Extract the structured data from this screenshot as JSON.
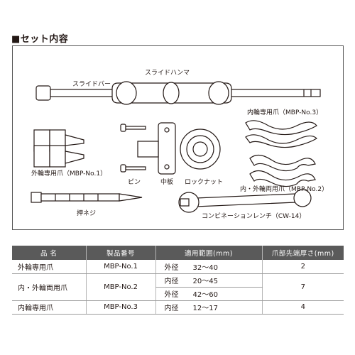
{
  "heading": "■セット内容",
  "labels": {
    "slide_bar": "スライドバー",
    "slide_hammer": "スライドハンマ",
    "inner_claw": "内輪専用爪（MBP-No.3）",
    "outer_claw": "外輪専用爪（MBP-No.1）",
    "pin": "ピン",
    "middle_plate": "中板",
    "lock_nut": "ロックナット",
    "dual_claw": "内・外輪両用爪（MBP-No.2）",
    "push_screw": "押ネジ",
    "combination_wrench": "コンビネーションレンチ（CW-14）"
  },
  "table": {
    "headers": [
      "品 名",
      "製品番号",
      "適用範囲(mm)",
      "爪部先端厚さ(mm)"
    ],
    "rows": [
      {
        "name": "外輪専用爪",
        "code": "MBP-No.1",
        "ranges": [
          {
            "kind": "外径",
            "value": "32～40"
          }
        ],
        "thickness": "2"
      },
      {
        "name": "内・外輪両用爪",
        "code": "MBP-No.2",
        "ranges": [
          {
            "kind": "内径",
            "value": "20～45"
          },
          {
            "kind": "外径",
            "value": "42～60"
          }
        ],
        "thickness": "7"
      },
      {
        "name": "内輪専用爪",
        "code": "MBP-No.3",
        "ranges": [
          {
            "kind": "内径",
            "value": "12～17"
          }
        ],
        "thickness": "4"
      }
    ]
  }
}
